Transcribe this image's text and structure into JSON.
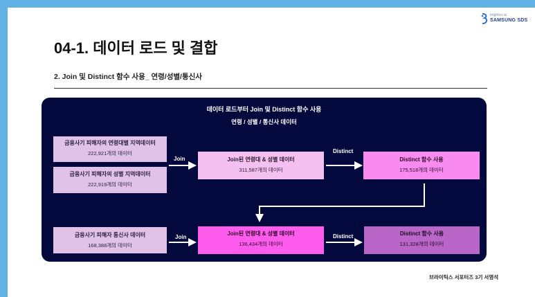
{
  "logo": {
    "small_text": "brightics ai",
    "big_text": "SAMSUNG SDS"
  },
  "header": {
    "title": "04-1. 데이터 로드 및 결합",
    "subtitle": "2. Join 및 Distinct 함수 사용_ 연령/성별/통신사"
  },
  "diagram": {
    "title": "데이터 로드부터 Join 및 Distinct 함수 사용",
    "subtitle": "연령 / 성별 / 통신사 데이터",
    "sources": [
      {
        "name": "금융사기 피해자의 연령대별 지역데이터",
        "count": "222,921개의 데이터"
      },
      {
        "name": "금융사기 피해자의 성별 지역데이터",
        "count": "222,919개의 데이터"
      },
      {
        "name": "금융사기 피해자 통신사 데이터",
        "count": "168,388개의 데이터"
      }
    ],
    "join1": {
      "name": "Join된 연령대 & 성별 데이터",
      "count": "311,587개의 데이터"
    },
    "distinct1": {
      "name": "Distinct 함수 사용",
      "count": "175,518개의 데이터"
    },
    "join2": {
      "name": "Join된 연령대 & 성별 데이터",
      "count": "136,434개의 데이터"
    },
    "distinct2": {
      "name": "Distinct 함수 사용",
      "count": "131,328개의 데이터"
    },
    "labels": {
      "join_a": "Join",
      "distinct_a": "Distinct",
      "join_b": "Join",
      "distinct_b": "Distinct"
    }
  },
  "footer": {
    "author": "브라이틱스 서포터즈 3기 서영석"
  },
  "colors": {
    "frame": "#5fb1e6",
    "panel": "#03093d",
    "source_box": "#dfc2e6",
    "join1_box": "#f3c0f0",
    "join2_box": "#ff5cee",
    "distinct1_box": "#f98af0",
    "distinct2_box": "#b966c8"
  }
}
